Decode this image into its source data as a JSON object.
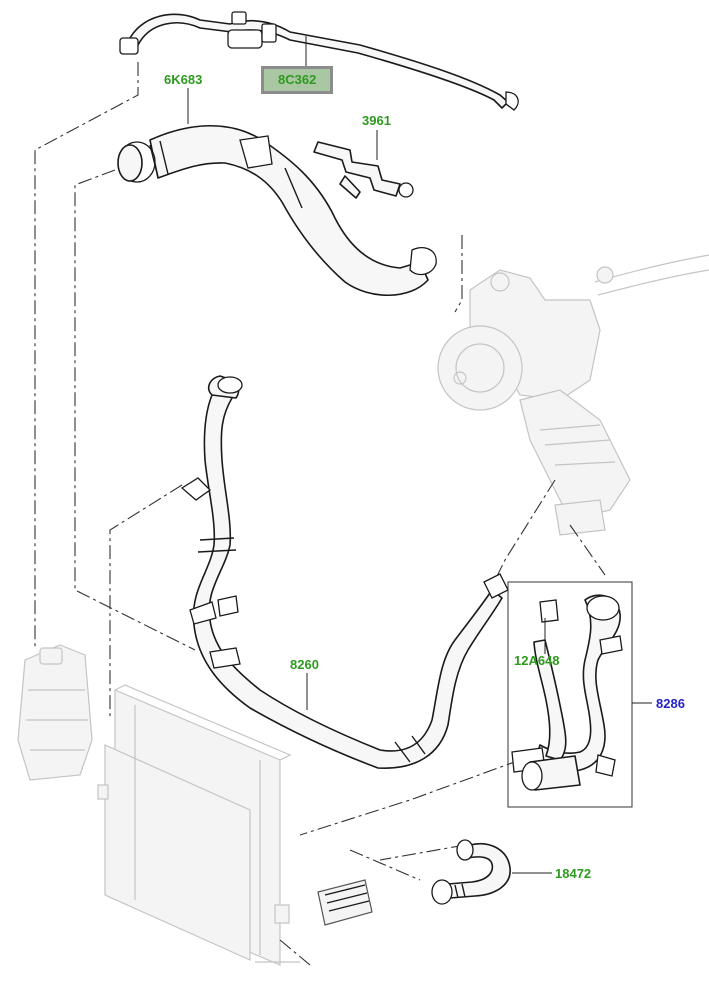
{
  "colors": {
    "part_label": "#2e9a1f",
    "assembly_label": "#2424c8",
    "highlight_fill": "#a9c7a2",
    "highlight_border": "#8c8c8c"
  },
  "labels": {
    "part_8C362": "8C362",
    "part_6K683": "6K683",
    "part_3961": "3961",
    "part_8260": "8260",
    "part_12A648": "12A648",
    "part_8286": "8286",
    "part_18472": "18472"
  }
}
